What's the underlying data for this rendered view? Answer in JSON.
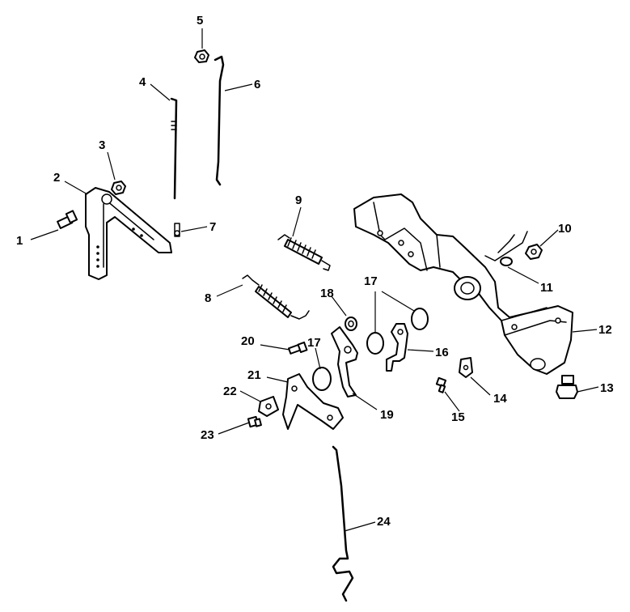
{
  "labels": {
    "n1": "1",
    "n2": "2",
    "n3": "3",
    "n4": "4",
    "n5": "5",
    "n6": "6",
    "n7": "7",
    "n8": "8",
    "n9": "9",
    "n10": "10",
    "n11": "11",
    "n12": "12",
    "n13": "13",
    "n14": "14",
    "n15": "15",
    "n16": "16",
    "n17a": "17",
    "n17b": "17",
    "n18": "18",
    "n19": "19",
    "n20": "20",
    "n21": "21",
    "n22": "22",
    "n23": "23",
    "n24": "24"
  },
  "colors": {
    "ink": "#000000",
    "paper": "#ffffff"
  }
}
